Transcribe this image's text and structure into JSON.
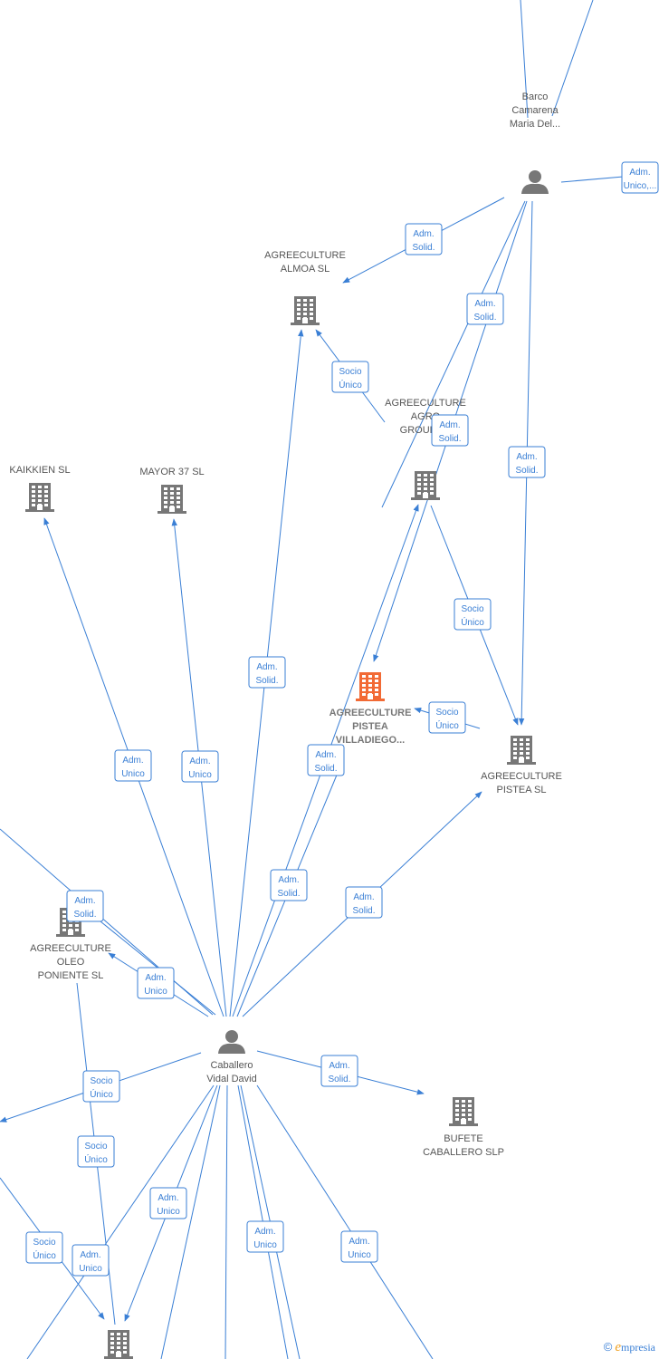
{
  "colors": {
    "edge": "#3a7fd5",
    "building": "#777777",
    "building_focus": "#f26a35",
    "person": "#777777",
    "label": "#555555"
  },
  "nodes": [
    {
      "id": "barco",
      "type": "person",
      "icon": "person-icon",
      "lines": [
        "Barco",
        "Camarena",
        "Maria Del..."
      ]
    },
    {
      "id": "almoa",
      "type": "company",
      "icon": "building-icon",
      "lines": [
        "AGREECULTURE",
        "ALMOA  SL"
      ]
    },
    {
      "id": "group",
      "type": "company",
      "icon": "building-icon",
      "lines": [
        "AGREECULTURE",
        "AGRO",
        "GROUP  SL"
      ]
    },
    {
      "id": "kaikkien",
      "type": "company",
      "icon": "building-icon",
      "lines": [
        "KAIKKIEN SL"
      ]
    },
    {
      "id": "mayor37",
      "type": "company",
      "icon": "building-icon",
      "lines": [
        "MAYOR 37 SL"
      ]
    },
    {
      "id": "villadiego",
      "type": "company",
      "focus": true,
      "icon": "building-icon",
      "lines": [
        "AGREECULTURE",
        "PISTEA",
        "VILLADIEGO..."
      ]
    },
    {
      "id": "pistea",
      "type": "company",
      "icon": "building-icon",
      "lines": [
        "AGREECULTURE",
        "PISTEA  SL"
      ]
    },
    {
      "id": "oleo",
      "type": "company",
      "icon": "building-icon",
      "lines": [
        "AGREECULTURE",
        "OLEO",
        "PONIENTE  SL"
      ]
    },
    {
      "id": "caballero",
      "type": "person",
      "icon": "person-icon",
      "lines": [
        "Caballero",
        "Vidal David"
      ]
    },
    {
      "id": "bufete",
      "type": "company",
      "icon": "building-icon",
      "lines": [
        "BUFETE",
        "CABALLERO SLP"
      ]
    },
    {
      "id": "bottom",
      "type": "company",
      "icon": "building-icon",
      "lines": []
    }
  ],
  "relations": [
    {
      "lines": [
        "Adm.",
        "Unico,..."
      ]
    },
    {
      "lines": [
        "Adm.",
        "Solid."
      ]
    },
    {
      "lines": [
        "Adm.",
        "Solid."
      ]
    },
    {
      "lines": [
        "Socio",
        "Único"
      ]
    },
    {
      "lines": [
        "Adm.",
        "Solid."
      ]
    },
    {
      "lines": [
        "Adm.",
        "Solid."
      ]
    },
    {
      "lines": [
        "Socio",
        "Único"
      ]
    },
    {
      "lines": [
        "Adm.",
        "Solid."
      ]
    },
    {
      "lines": [
        "Socio",
        "Único"
      ]
    },
    {
      "lines": [
        "Adm.",
        "Unico"
      ]
    },
    {
      "lines": [
        "Adm.",
        "Unico"
      ]
    },
    {
      "lines": [
        "Adm.",
        "Solid."
      ]
    },
    {
      "lines": [
        "Adm.",
        "Solid."
      ]
    },
    {
      "lines": [
        "Adm.",
        "Solid."
      ]
    },
    {
      "lines": [
        "Adm.",
        "Solid."
      ]
    },
    {
      "lines": [
        "Adm.",
        "Unico"
      ]
    },
    {
      "lines": [
        "Socio",
        "Único"
      ]
    },
    {
      "lines": [
        "Adm.",
        "Solid."
      ]
    },
    {
      "lines": [
        "Socio",
        "Único"
      ]
    },
    {
      "lines": [
        "Adm.",
        "Unico"
      ]
    },
    {
      "lines": [
        "Socio",
        "Único"
      ]
    },
    {
      "lines": [
        "Adm.",
        "Unico"
      ]
    },
    {
      "lines": [
        "Adm.",
        "Unico"
      ]
    },
    {
      "lines": [
        "Adm.",
        "Unico"
      ]
    }
  ],
  "footer": {
    "copyright": "©",
    "brand_initial": "e",
    "brand_rest": "mpresia"
  }
}
